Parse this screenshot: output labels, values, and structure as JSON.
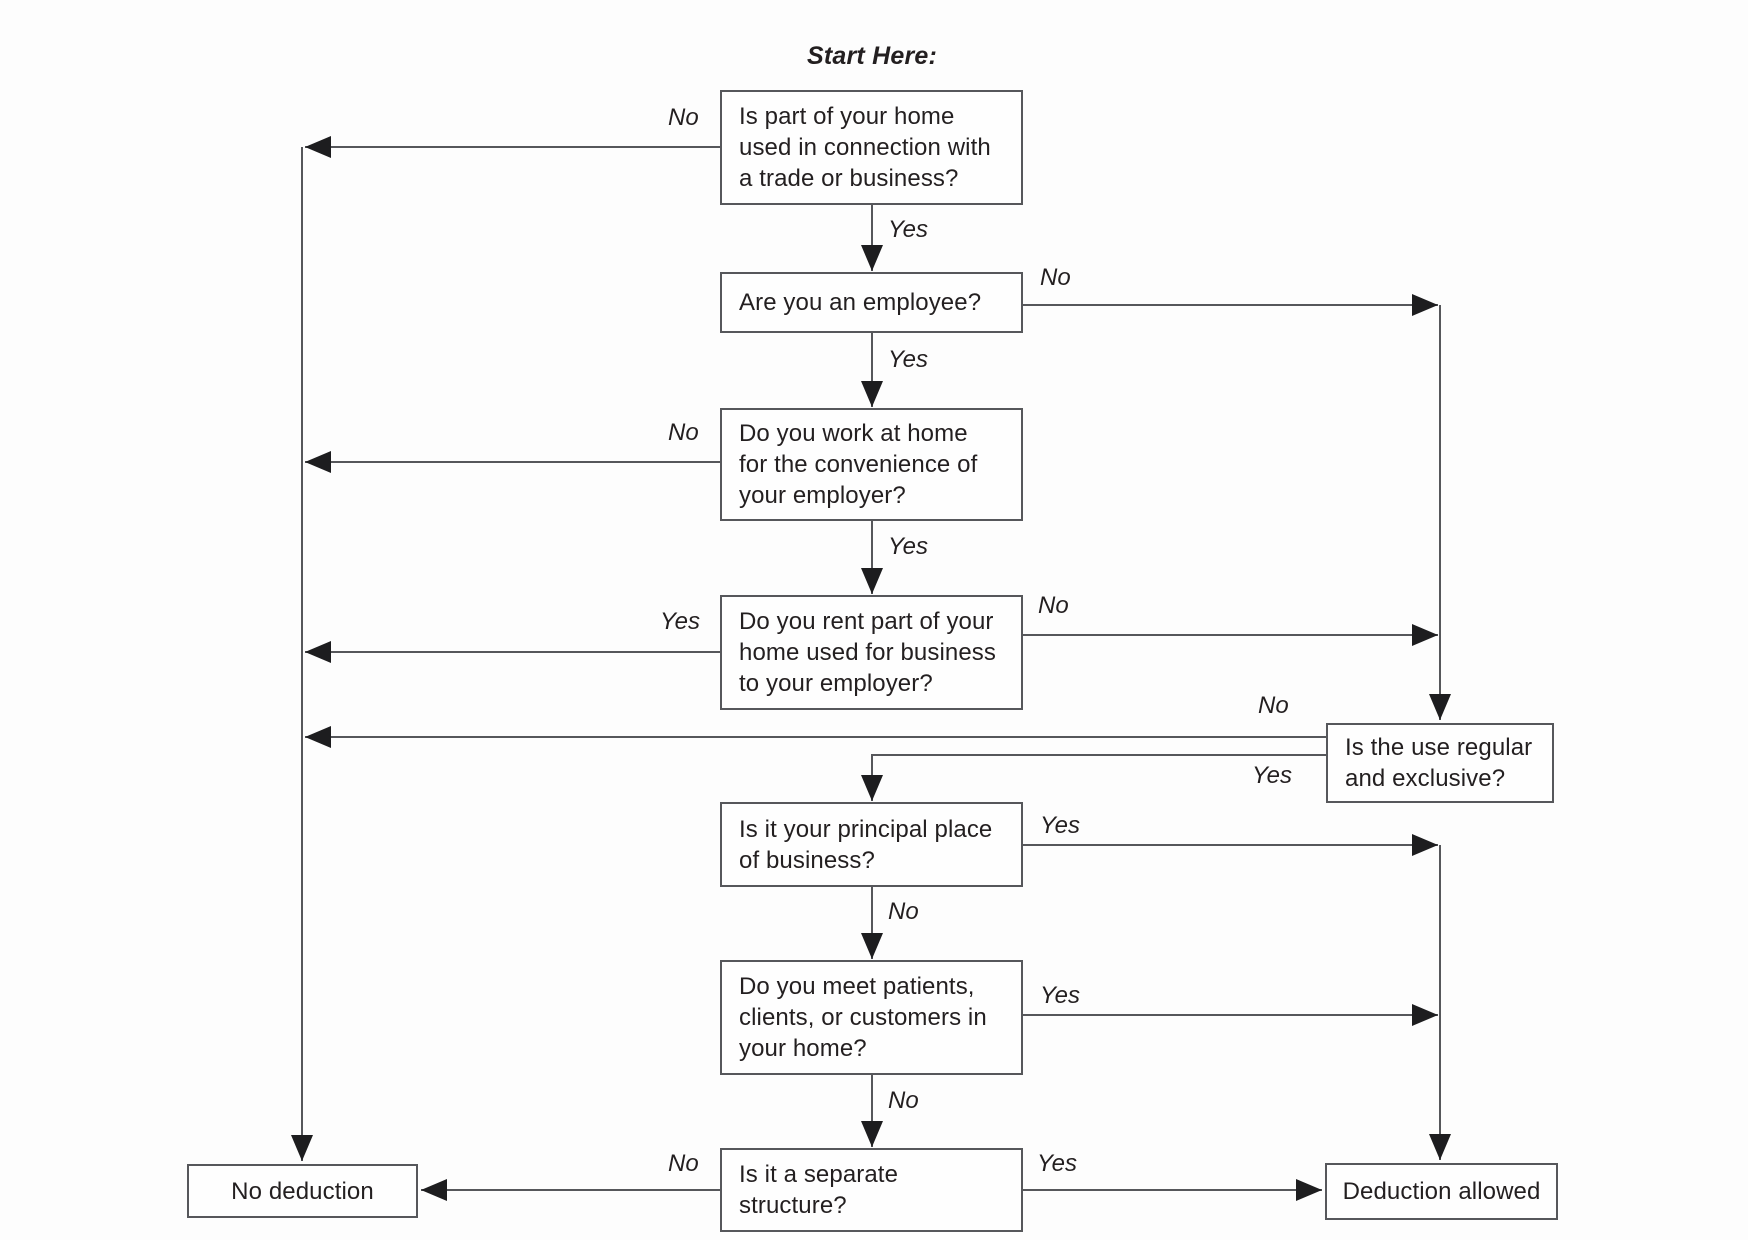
{
  "title": "Start Here:",
  "colors": {
    "background": "#fdfdfd",
    "box_border": "#56575b",
    "line": "#56575b",
    "arrowhead": "#1d1d1f",
    "text": "#231f20"
  },
  "nodes": {
    "trade": {
      "text": "Is part of your home\nused in connection with\na trade or business?"
    },
    "employee": {
      "text": "Are you an employee?"
    },
    "convenience": {
      "text": "Do you work at home\nfor the convenience of\nyour employer?"
    },
    "rent": {
      "text": "Do you rent part of your\nhome used for business\nto your employer?"
    },
    "regular": {
      "text": "Is the use regular\nand exclusive?"
    },
    "principal": {
      "text": "Is it your principal place\nof business?"
    },
    "patients": {
      "text": "Do you meet patients,\nclients, or customers in\nyour home?"
    },
    "separate": {
      "text": "Is it a separate\nstructure?"
    },
    "no_deduction": {
      "text": "No deduction"
    },
    "deduction_allowed": {
      "text": "Deduction allowed"
    }
  },
  "edges": {
    "trade_no": "No",
    "trade_yes": "Yes",
    "employee_no": "No",
    "employee_yes": "Yes",
    "convenience_no": "No",
    "convenience_yes": "Yes",
    "rent_yes": "Yes",
    "rent_no": "No",
    "regular_no": "No",
    "regular_yes": "Yes",
    "principal_yes": "Yes",
    "principal_no": "No",
    "patients_yes": "Yes",
    "patients_no": "No",
    "separate_no": "No",
    "separate_yes": "Yes"
  }
}
